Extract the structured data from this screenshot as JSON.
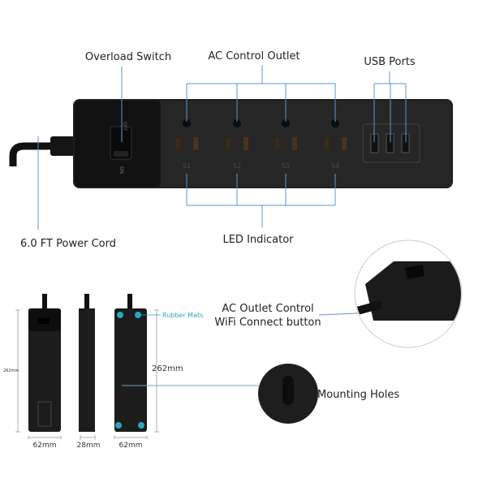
{
  "callouts": {
    "overload_switch": "Overload Switch",
    "ac_control_outlet": "AC Control Outlet",
    "usb_ports": "USB Ports",
    "power_cord": "6.0 FT Power Cord",
    "led_indicator": "LED Indicator",
    "wifi_button_line1": "AC Outlet Control",
    "wifi_button_line2": "WiFi Connect button",
    "mounting_holes": "Mounting Holes",
    "rubber_mats": "Rubber Mats"
  },
  "switch": {
    "off": "OFF",
    "on": "ON"
  },
  "outlets": [
    {
      "led": "S1"
    },
    {
      "led": "S2"
    },
    {
      "led": "S3"
    },
    {
      "led": "S4"
    }
  ],
  "dimensions": {
    "front_height": "262mm",
    "front_width": "62mm",
    "side_depth": "28mm",
    "back_height": "262mm",
    "back_width": "62mm"
  },
  "colors": {
    "callout_line": "#5b95cf",
    "body": "#1c1c1c",
    "accent": "#2aa7c0"
  }
}
